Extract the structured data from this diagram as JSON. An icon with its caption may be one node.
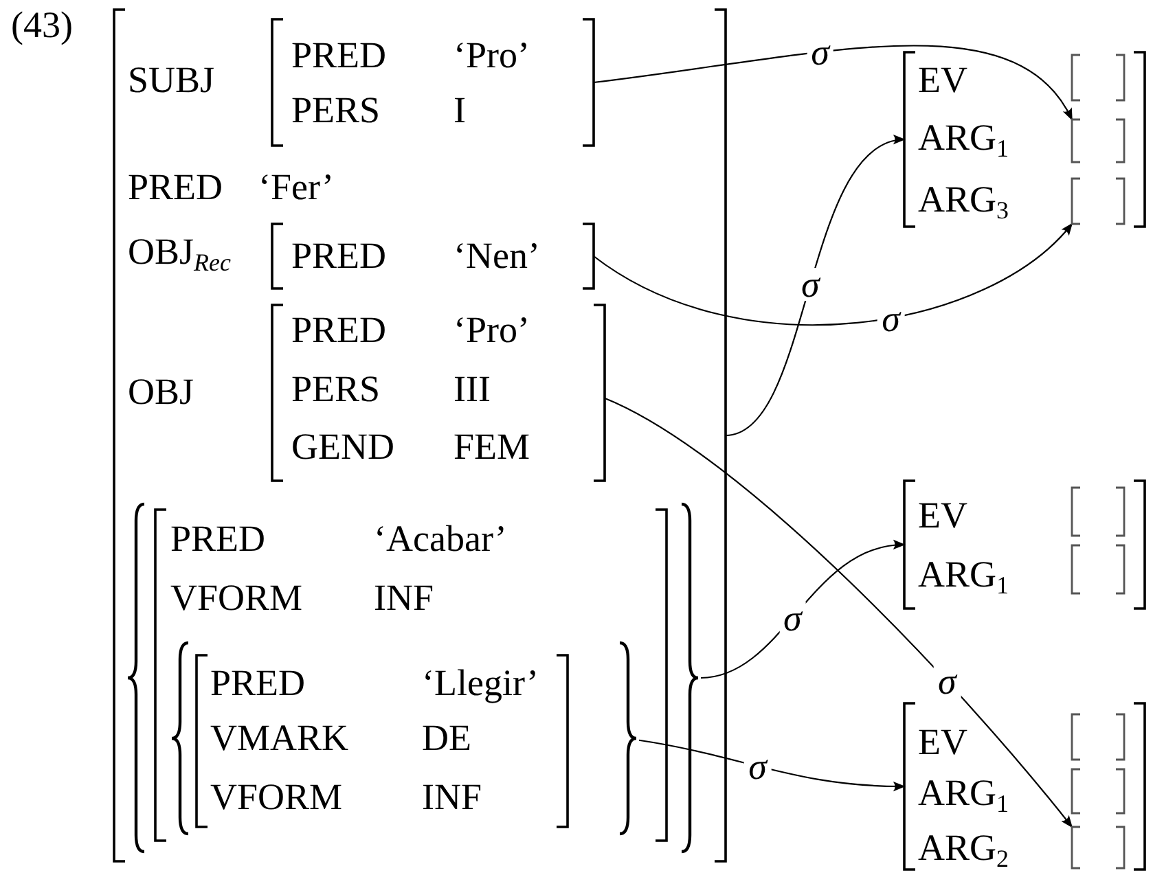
{
  "diagram": {
    "nodes": [
      {
        "text": [
          "SUBJ",
          "PRED",
          "‘Fer’",
          "OBJ$_{Rec}$",
          "OBJ"
        ]
      },
      {
        "text": [
          "PRED",
          "‘Pro’",
          "PERS",
          "I"
        ],
        "in": 0
      },
      {
        "text": [
          "PRED",
          "‘Nen’"
        ],
        "in": 0
      },
      {
        "text": [
          "PRED",
          "‘Pro’",
          "PERS",
          "III",
          "GEND",
          "FEM"
        ],
        "in": 0
      },
      {
        "text": [],
        "shape": "braces",
        "in": 0
      },
      {
        "text": [
          "PRED",
          "‘Acabar’",
          "VFORM",
          "INF"
        ],
        "in": 4
      },
      {
        "text": [],
        "shape": "braces",
        "in": 5
      },
      {
        "text": [
          "PRED",
          "‘Llegir’",
          "VMARK",
          "DE",
          "VFORM",
          "INF"
        ],
        "in": 6
      },
      {
        "text": [
          "EV",
          "ARG$_{1}$",
          "ARG$_{3}$"
        ]
      },
      {
        "text": [],
        "shape": "bracket",
        "in": 8
      },
      {
        "text": [],
        "shape": "bracket",
        "in": 8
      },
      {
        "text": [],
        "shape": "bracket",
        "in": 8
      },
      {
        "text": [
          "EV",
          "ARG$_{1}$"
        ]
      },
      {
        "text": [],
        "shape": "bracket",
        "in": 12
      },
      {
        "text": [],
        "shape": "bracket",
        "in": 12
      },
      {
        "text": [
          "EV",
          "ARG$_{1}$",
          "ARG$_{2}$"
        ]
      },
      {
        "text": [],
        "shape": "bracket",
        "in": 15
      },
      {
        "text": [],
        "shape": "bracket",
        "in": 15
      },
      {
        "text": [],
        "shape": "bracket",
        "in": 15
      }
    ],
    "edges": [
      {
        "from": 1,
        "to": 10,
        "arrow": "to",
        "label": "σ"
      },
      {
        "from": 0,
        "to": 8,
        "arrow": "to",
        "label": "σ"
      },
      {
        "from": 2,
        "to": 11,
        "arrow": "to",
        "label": "σ"
      },
      {
        "from": 3,
        "to": 18,
        "arrow": "to",
        "label": "σ"
      },
      {
        "from": 4,
        "to": 12,
        "arrow": "to",
        "label": "σ"
      },
      {
        "from": 6,
        "to": 15,
        "arrow": "to",
        "label": "σ"
      }
    ],
    "labels": [
      "(43)"
    ]
  }
}
